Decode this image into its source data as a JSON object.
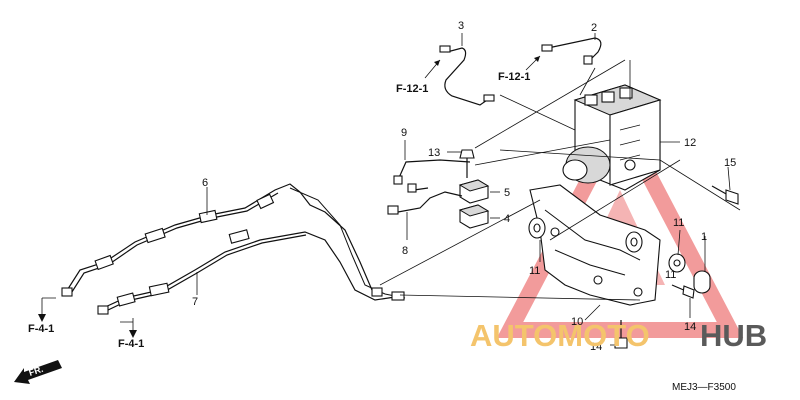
{
  "callouts": {
    "c1": "1",
    "c2": "2",
    "c3": "3",
    "c4": "4",
    "c5": "5",
    "c6": "6",
    "c7": "7",
    "c8": "8",
    "c9": "9",
    "c10": "10",
    "c11a": "11",
    "c11b": "11",
    "c11c": "11",
    "c12": "12",
    "c13": "13",
    "c14a": "14",
    "c14b": "14",
    "c15": "15"
  },
  "references": {
    "f12_left": "F-12-1",
    "f12_right": "F-12-1",
    "f4_left": "F-4-1",
    "f4_right": "F-4-1"
  },
  "front_arrow": "FR.",
  "diagram_code": "MEJ3—F3500",
  "watermark": {
    "part1": "AUTOMOTO",
    "part2": "HUB",
    "color1": "#f4c46c",
    "color2": "#5a5a5a",
    "triangle_color": "#f08a8a"
  }
}
